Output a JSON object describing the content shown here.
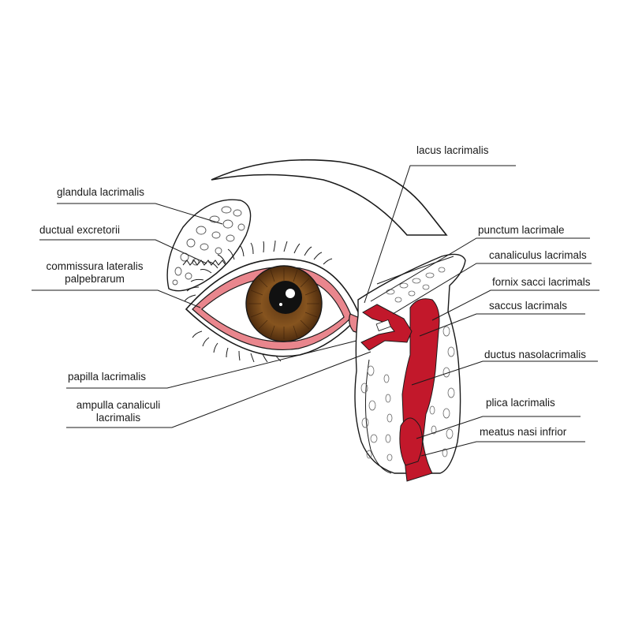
{
  "labels": {
    "lacus": "lacus lacrimalis",
    "glandula": "glandula lacrimalis",
    "ductual": "ductual excretorii",
    "commissura_1": "commissura lateralis",
    "commissura_2": "palpebrarum",
    "papilla": "papilla lacrimalis",
    "ampulla_1": "ampulla canaliculi",
    "ampulla_2": "lacrimalis",
    "punctum": "punctum lacrimale",
    "canaliculus": "canaliculus lacrimals",
    "fornix": "fornix sacci lacrimals",
    "saccus": "saccus lacrimals",
    "ductus": "ductus nasolacrimalis",
    "plica": "plica lacrimalis",
    "meatus": "meatus nasi infrior"
  },
  "colors": {
    "duct_red": "#c2182b",
    "lid_pink": "#e9868d",
    "iris_brown": "#7a4a21",
    "line": "#1a1a1a"
  }
}
